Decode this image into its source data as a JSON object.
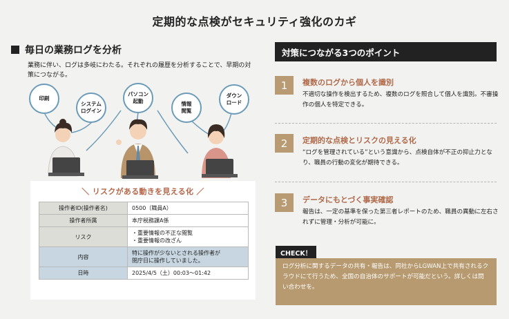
{
  "title": "定期的な点検がセキュリティ強化のカギ",
  "left": {
    "heading": "毎日の業務ログを分析",
    "description": "業務に伴い、ログは多岐にわたる。それぞれの履歴を分析することで、早期の対策につながる。",
    "bubbles": [
      "印刷",
      "システム\nログイン",
      "パソコン\n起動",
      "情報\n閲覧",
      "ダウン\nロード"
    ],
    "risk_title": "＼ リスクがある動きを見える化 ／",
    "table": [
      {
        "key": "操作者ID(操作者名)",
        "value": "0500（職員A）"
      },
      {
        "key": "操作者所属",
        "value": "本庁税務課A係"
      },
      {
        "key": "リスク",
        "value": "・重要情報の不正な閲覧\n・重要情報の改ざん"
      },
      {
        "key": "内容",
        "value": "特に操作が少ないとされる操作者が\n閉庁日に操作していました。"
      },
      {
        "key": "日時",
        "value": "2025/4/5（土）00:03〜01:42"
      }
    ]
  },
  "right": {
    "heading": "対策につながる3つのポイント",
    "points": [
      {
        "num": "1",
        "title": "複数のログから個人を識別",
        "body": "不適切な操作を検出するため、複数のログを照合して個人を識別。不審操作の個人を特定できる。"
      },
      {
        "num": "2",
        "title": "定期的な点検とリスクの見える化",
        "body": "“ログを管理されている”という意識から、点検自体が不正の抑止力となり、職員の行動の変化が期待できる。"
      },
      {
        "num": "3",
        "title": "データにもとづく事実確認",
        "body": "報告は、一定の基準を保った第三者レポートのため、職員の異動に左右されずに管理・分析が可能に。"
      }
    ],
    "check_label": "CHECK！",
    "check_body": "ログ分析に関するデータの共有・報告は、同社からLGWAN上で共有されるクラウドにて行うため、全国の自治体のサポートが可能だという。詳しくは問い合わせを。"
  },
  "colors": {
    "accent": "#b06a4a",
    "tan": "#b79a6f",
    "blue_ring": "#6b9bb8"
  }
}
